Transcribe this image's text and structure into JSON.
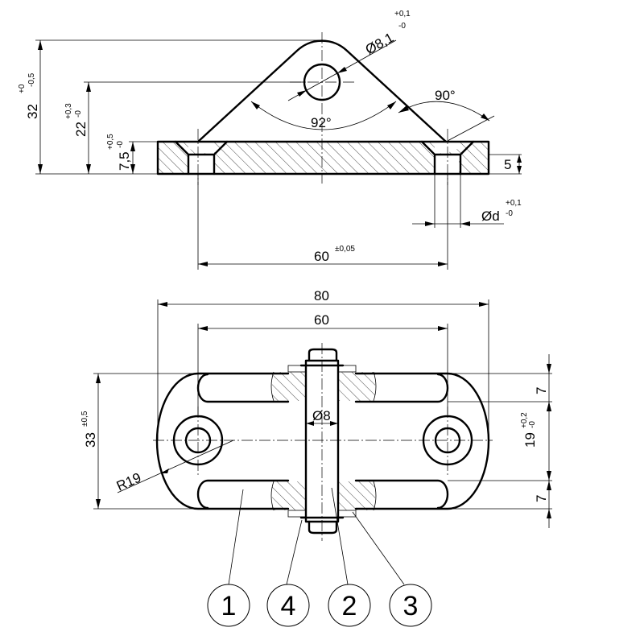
{
  "dimensions": {
    "height_32": {
      "value": "32",
      "tol_upper": "+0",
      "tol_lower": "-0,5"
    },
    "height_22": {
      "value": "22",
      "tol_upper": "+0,3",
      "tol_lower": "-0"
    },
    "thickness_7_5": {
      "value": "7,5",
      "tol_upper": "+0,5",
      "tol_lower": "-0"
    },
    "hole_dia_8_1": {
      "value": "Ø8,1",
      "tol_upper": "+0,1",
      "tol_lower": "-0"
    },
    "angle_92": {
      "value": "92°"
    },
    "angle_90": {
      "value": "90°"
    },
    "depth_5": {
      "value": "5"
    },
    "bore_d": {
      "value": "Ød",
      "tol_upper": "+0,1",
      "tol_lower": "-0"
    },
    "spacing_60_top": {
      "value": "60",
      "tol": "±0,05"
    },
    "length_80": {
      "value": "80"
    },
    "spacing_60_plan": {
      "value": "60"
    },
    "width_33": {
      "value": "33",
      "tol": "±0,5"
    },
    "gap_19": {
      "value": "19",
      "tol_upper": "+0,2",
      "tol_lower": "-0"
    },
    "rail_7_top": {
      "value": "7"
    },
    "rail_7_bottom": {
      "value": "7"
    },
    "pin_dia_8": {
      "value": "Ø8"
    },
    "radius_19": {
      "value": "R19"
    }
  },
  "balloons": [
    {
      "label": "1"
    },
    {
      "label": "4"
    },
    {
      "label": "2"
    },
    {
      "label": "3"
    }
  ],
  "colors": {
    "ink": "#000000",
    "paper": "#ffffff"
  }
}
